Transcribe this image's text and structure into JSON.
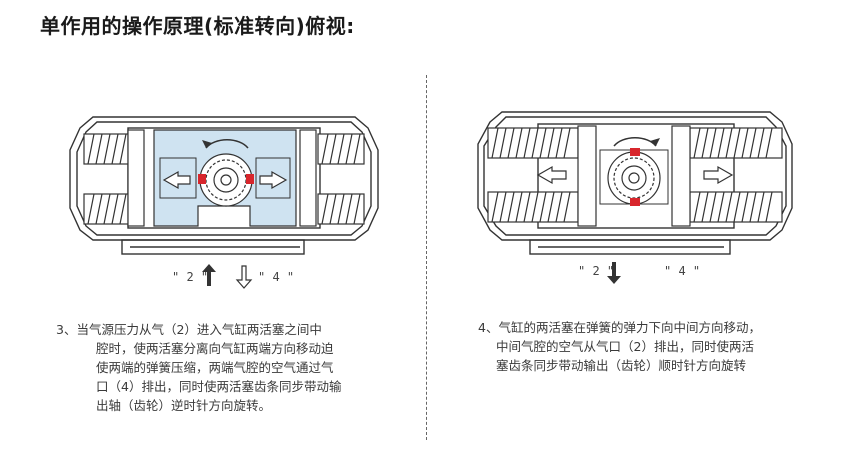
{
  "title": "单作用的操作原理(标准转向)俯视:",
  "left_panel": {
    "port_a_label": "\" 2 \"",
    "port_b_label": "\" 4 \"",
    "caption_lines": [
      "3、当气源压力从气（2）进入气缸两活塞之间中",
      "腔时，使两活塞分离向气缸两端方向移动迫",
      "使两端的弹簧压缩，两端气腔的空气通过气",
      "口（4）排出，同时使两活塞齿条同步带动输",
      "出轴（齿轮）逆时针方向旋转。"
    ]
  },
  "right_panel": {
    "port_a_label": "\" 2 \"",
    "port_b_label": "\" 4 \"",
    "caption_lines": [
      "4、气缸的两活塞在弹簧的弹力下向中间方向移动，",
      "中间气腔的空气从气口（2）排出，同时使两活",
      "塞齿条同步带动输出（齿轮）顺时针方向旋转"
    ]
  },
  "colors": {
    "chamber_fill": "#cfe3f1",
    "seal_red": "#d8262c",
    "outline": "#333333"
  }
}
